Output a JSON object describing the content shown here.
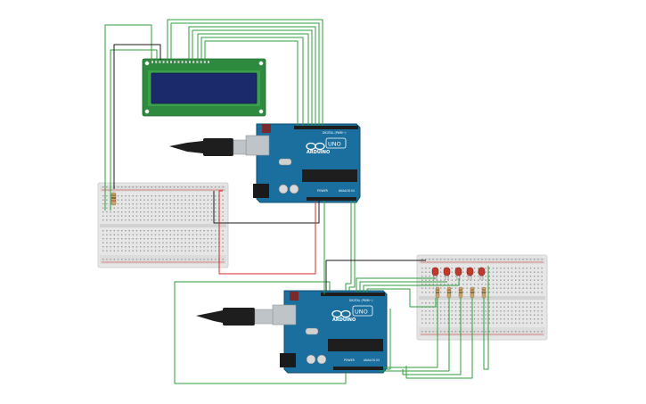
{
  "canvas": {
    "background": "#ffffff"
  },
  "colors": {
    "wire_green": "#2e9e3e",
    "wire_black": "#1a1a1a",
    "wire_red": "#d42a2a",
    "board_blue": "#1a6f9f",
    "board_dark": "#0f4f73",
    "breadboard": "#e8e8e8",
    "lcd_pcb": "#2e8a3e",
    "lcd_screen": "#1b2a6b",
    "led_red": "#c0392b",
    "resistor": "#c9a46a"
  },
  "arduino_top": {
    "brand": "ARDUINO",
    "model": "UNO",
    "digital_label": "DIGITAL (PWM~)",
    "power_label": "POWER",
    "analog_label": "ANALOG IN",
    "usb_icon": "usb-cable-icon"
  },
  "arduino_bottom": {
    "brand": "ARDUINO",
    "model": "UNO",
    "digital_label": "DIGITAL (PWM~)",
    "power_label": "POWER",
    "analog_label": "ANALOG IN",
    "usb_icon": "usb-cable-icon"
  },
  "lcd": {
    "icon": "lcd-16x2-icon"
  },
  "breadboard_left": {
    "resistors": 1
  },
  "breadboard_right": {
    "leds": 5,
    "resistors": 5
  }
}
